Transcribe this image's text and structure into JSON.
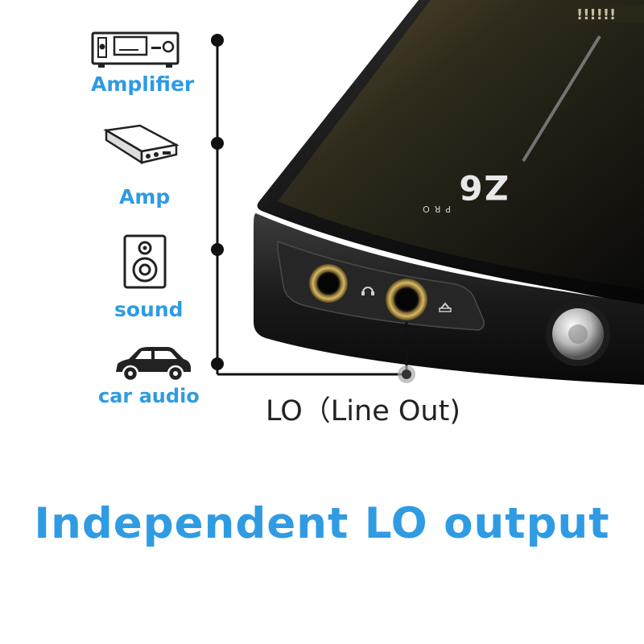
{
  "outputs": [
    {
      "label": "Amplifier",
      "icon": "amplifier-icon"
    },
    {
      "label": "Amp",
      "icon": "portable-amp-icon"
    },
    {
      "label": "sound",
      "icon": "speaker-icon"
    },
    {
      "label": "car audio",
      "icon": "car-icon"
    }
  ],
  "device": {
    "model": "Z6",
    "sub": "PRO",
    "port_label": "LO（Line Out)"
  },
  "headline": "Independent LO output",
  "colors": {
    "accent": "#2f9be3",
    "device_body": "#111111",
    "jack_gold": "#c9a64a"
  }
}
